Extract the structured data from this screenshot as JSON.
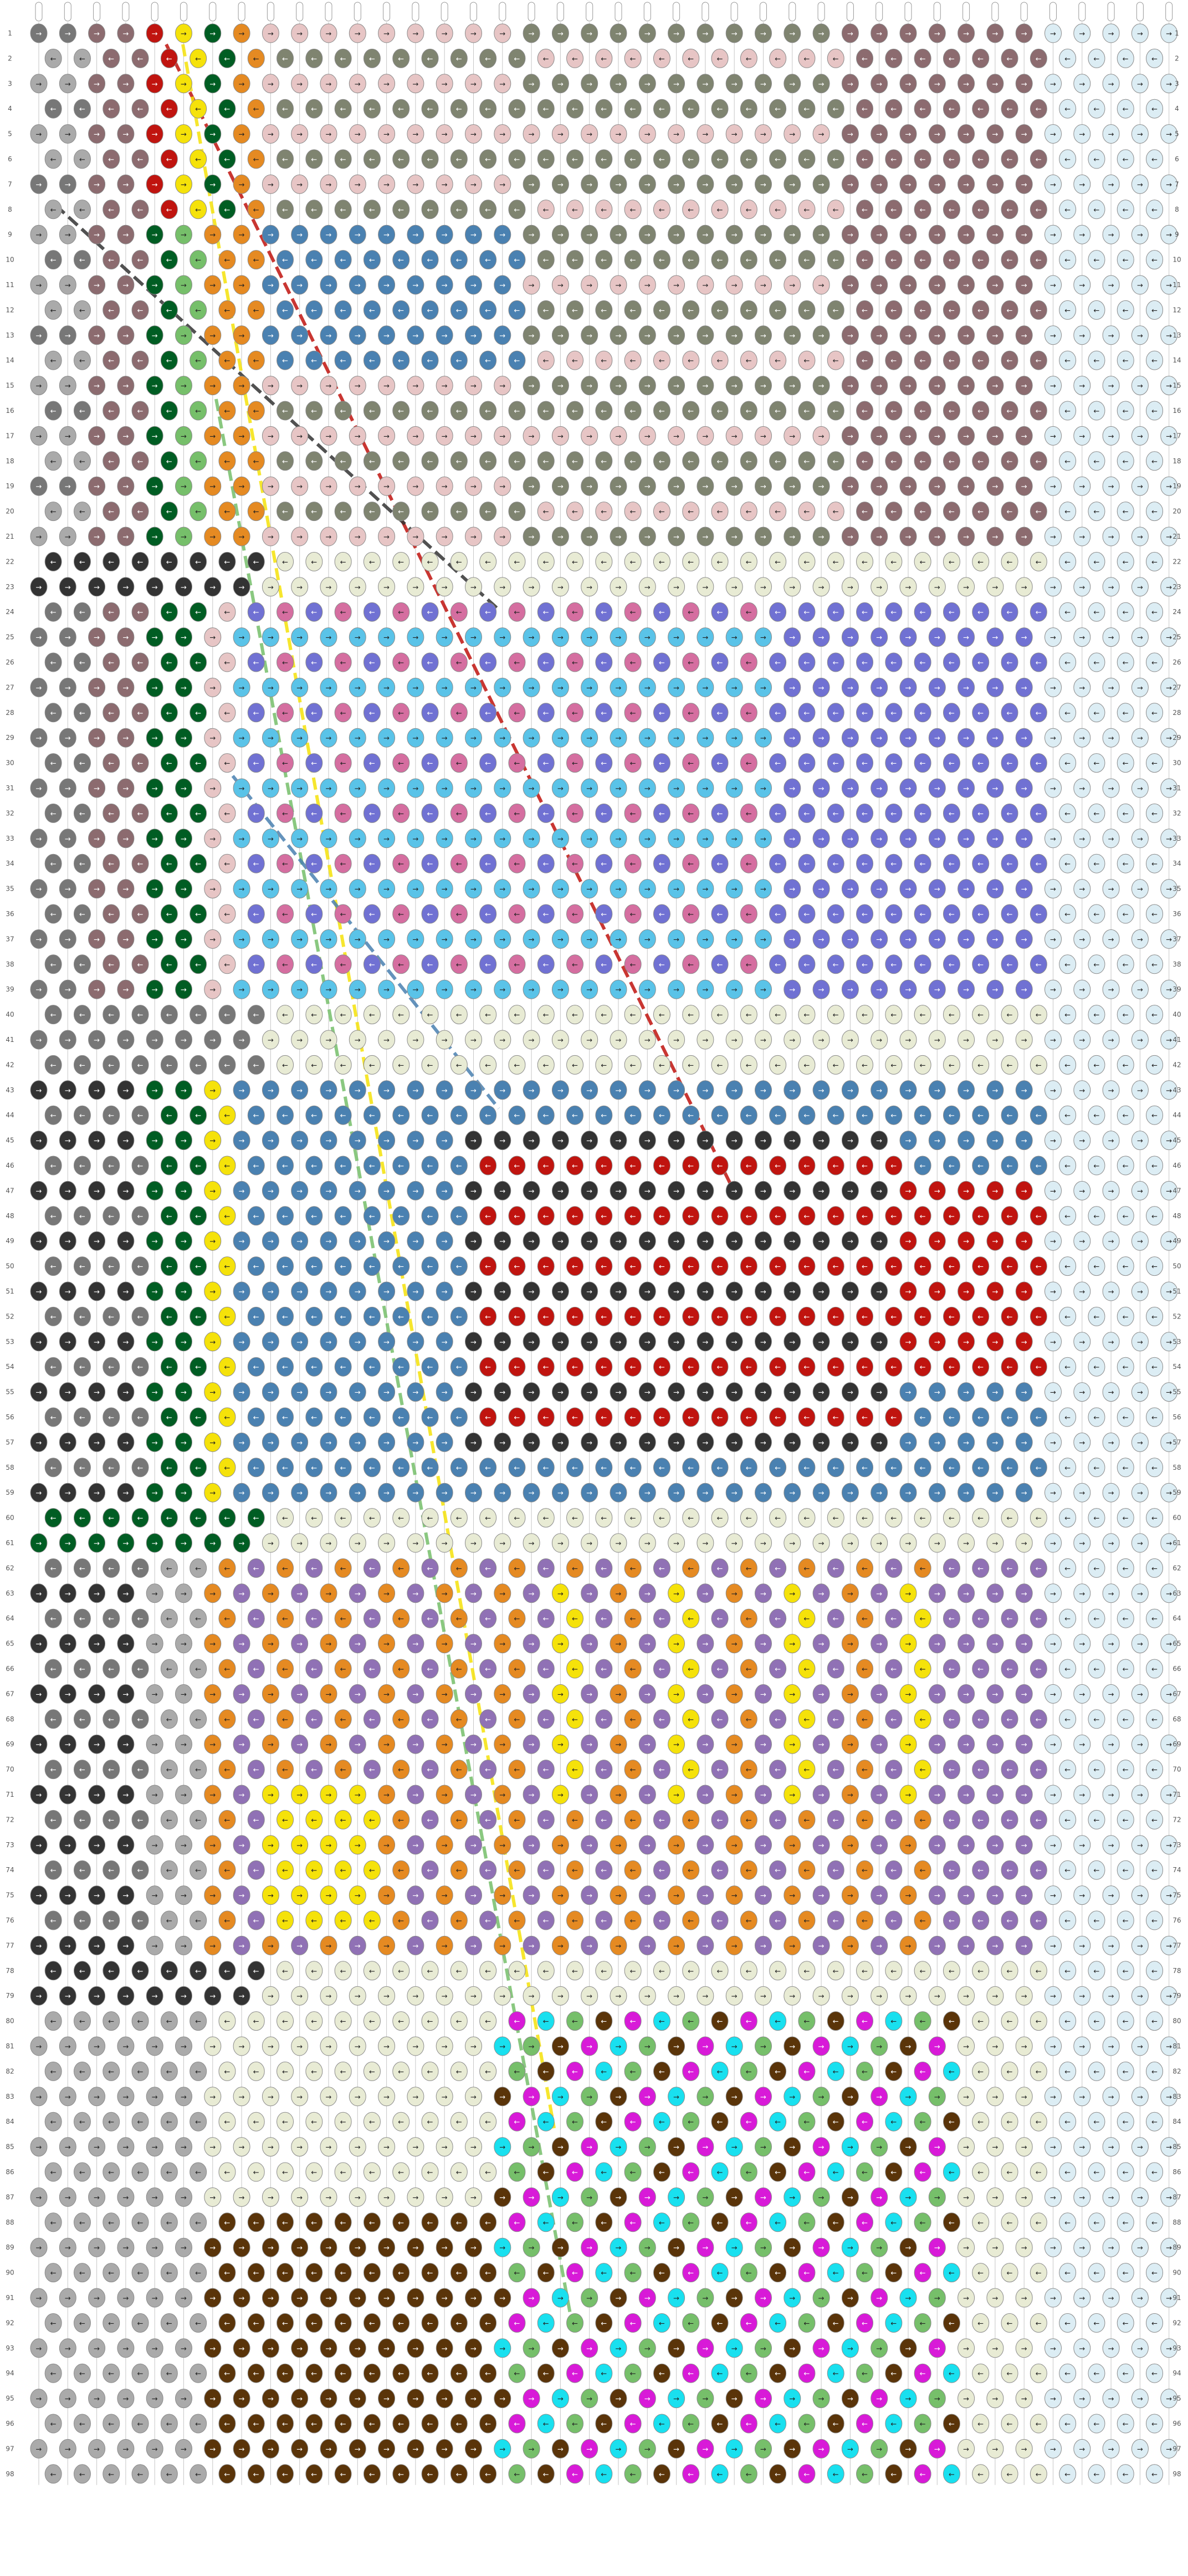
{
  "pattern": {
    "type": "friendship-bracelet-alpha-pattern",
    "strings_count": 40,
    "rows_count": 98,
    "row_numbers_left": true,
    "row_numbers_right": true
  },
  "colors": {
    "light_blue": "#dcedf4",
    "light_grey": "#aaaaaa",
    "grey": "#777777",
    "dark_grey": "#333333",
    "mauve": "#8c6b6f",
    "olive_grey": "#7f8470",
    "pale_pink": "#e7c5c5",
    "cream": "#e8ebd4",
    "red": "#c0140f",
    "yellow": "#f5e20a",
    "green": "#005d23",
    "light_green": "#76bf6a",
    "orange": "#e58a22",
    "steel_blue": "#4a81b1",
    "sky_blue": "#5ac3e8",
    "pink": "#d56ea0",
    "periwinkle": "#7071d3",
    "purple": "#9071b5",
    "brown": "#5a3409",
    "magenta": "#d81ad8",
    "cyan": "#19e0ef",
    "olive_gold": "#a59a12",
    "line_grid": "#c6c6c6"
  },
  "legend_icons": {
    "arrow_right": "→",
    "arrow_left": "←"
  }
}
